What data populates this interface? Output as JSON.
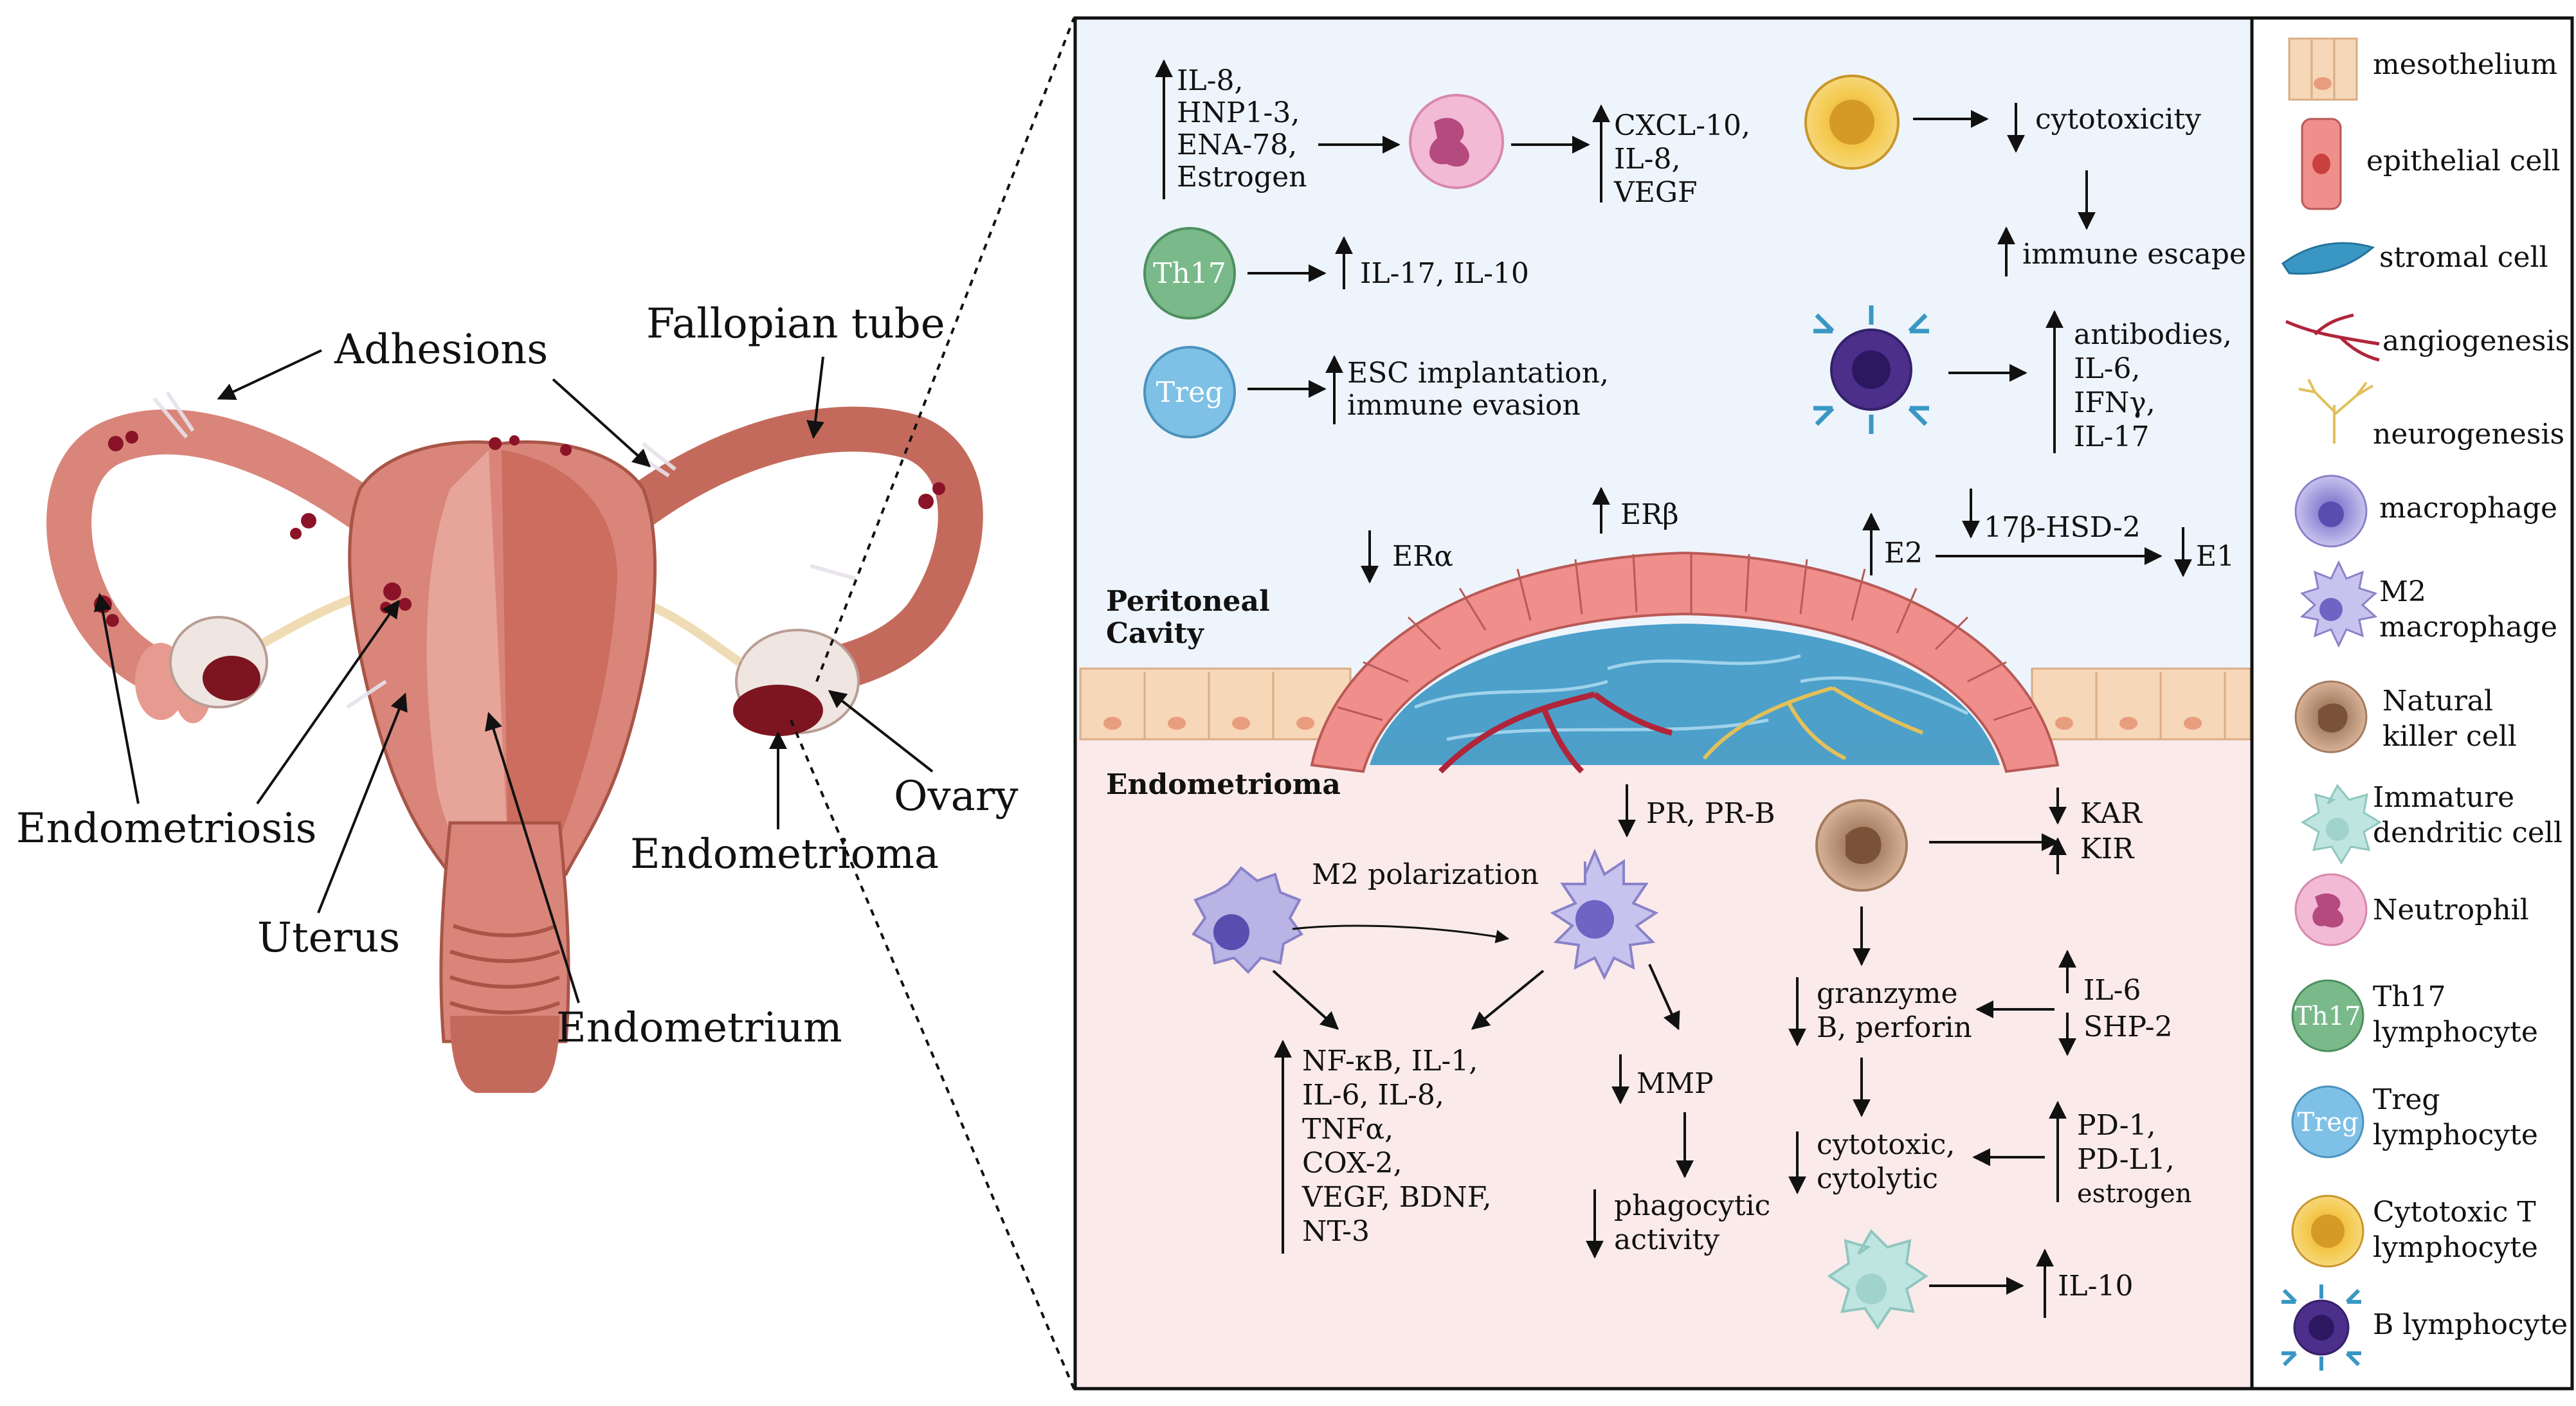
{
  "anatomy": {
    "adhesions": "Adhesions",
    "fallopian_tube": "Fallopian tube",
    "endometriosis": "Endometriosis",
    "uterus": "Uterus",
    "endometrium": "Endometrium",
    "endometrioma": "Endometrioma",
    "ovary": "Ovary"
  },
  "regions": {
    "peritoneal_cavity_1": "Peritoneal",
    "peritoneal_cavity_2": "Cavity",
    "endometrioma": "Endometrioma"
  },
  "peritoneal": {
    "neutrophil_in": [
      "IL-8,",
      "HNP1-3,",
      "ENA-78,",
      "Estrogen"
    ],
    "neutrophil_out": [
      "CXCL-10,",
      "IL-8,",
      "VEGF"
    ],
    "th17_badge": "Th17",
    "th17_out": "IL-17, IL-10",
    "treg_badge": "Treg",
    "treg_out": [
      "ESC implantation,",
      "immune evasion"
    ],
    "ctl_out": "cytotoxicity",
    "immune_escape": "immune escape",
    "bcell_out": [
      "antibodies,",
      "IL-6,",
      "IFNγ,",
      "IL-17"
    ],
    "er_alpha": "ERα",
    "er_beta": "ERβ",
    "e2": "E2",
    "hsd": "17β-HSD-2",
    "e1": "E1"
  },
  "endometrioma": {
    "pr": "PR, PR-B",
    "m2_polarization": "M2 polarization",
    "macrophage_out": [
      "NF-κB, IL-1,",
      "IL-6, IL-8,",
      "TNFα,",
      "COX-2,",
      "VEGF, BDNF,",
      "NT-3"
    ],
    "mmp": "MMP",
    "phagocytic": [
      "phagocytic",
      "activity"
    ],
    "kar": "KAR",
    "kir": "KIR",
    "granzyme": [
      "granzyme",
      "B, perforin"
    ],
    "il6_shp2": [
      "IL-6",
      "SHP-2"
    ],
    "cytotoxic": [
      "cytotoxic,",
      "cytolytic"
    ],
    "pd1": [
      "PD-1,",
      "PD-L1,",
      "estrogen"
    ],
    "il10": "IL-10"
  },
  "legend": {
    "mesothelium": "mesothelium",
    "epithelial": "epithelial cell",
    "stromal": "stromal cell",
    "angiogenesis": "angiogenesis",
    "neurogenesis": "neurogenesis",
    "macrophage": "macrophage",
    "m2_macrophage": [
      "M2",
      "macrophage"
    ],
    "nk_cell": [
      "Natural",
      "killer cell"
    ],
    "dendritic": [
      "Immature",
      "dendritic cell"
    ],
    "neutrophil": "Neutrophil",
    "th17_badge": "Th17",
    "th17": "lymphocyte",
    "th17_title": "Th17",
    "treg_badge": "Treg",
    "treg_title": "Treg",
    "treg": "lymphocyte",
    "ctl": [
      "Cytotoxic T",
      "lymphocyte"
    ],
    "bcell": "B lymphocyte"
  },
  "colors": {
    "peritoneal_bg": "#eef4fb",
    "endometrioma_bg": "#fbeaea",
    "epithelial": "#ef8e8a",
    "stromal": "#3a97c4",
    "vessel": "#b0253a",
    "nerve": "#e2c05a",
    "macrophage": "#b9b3e6",
    "neutrophil": "#f3bad5",
    "th17": "#79b98a",
    "treg": "#7fc1e6",
    "ctl": "#f2c247",
    "bcell": "#4c2f8a",
    "nk": "#c7a085",
    "dendritic": "#bfe5e0",
    "uterus": "#d9857a"
  }
}
